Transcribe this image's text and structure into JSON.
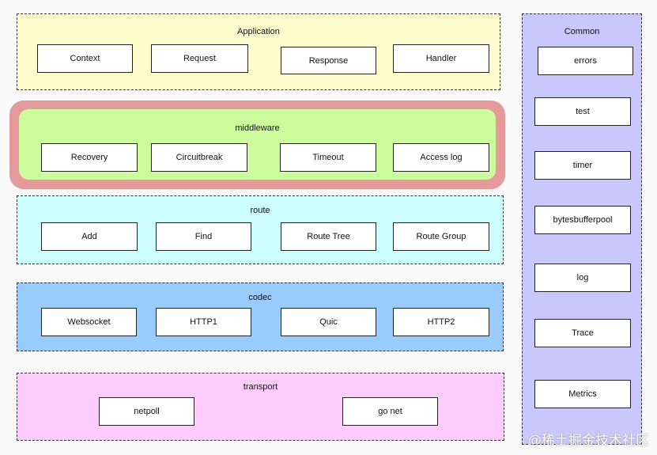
{
  "application": {
    "title": "Application",
    "items": [
      "Context",
      "Request",
      "Response",
      "Handler"
    ]
  },
  "middleware": {
    "title": "middleware",
    "items": [
      "Recovery",
      "Circuitbreak",
      "Timeout",
      "Access log"
    ]
  },
  "route": {
    "title": "route",
    "items": [
      "Add",
      "Find",
      "Route Tree",
      "Route Group"
    ]
  },
  "codec": {
    "title": "codec",
    "items": [
      "Websocket",
      "HTTP1",
      "Quic",
      "HTTP2"
    ]
  },
  "transport": {
    "title": "transport",
    "items": [
      "netpoll",
      "go net"
    ]
  },
  "common": {
    "title": "Common",
    "items": [
      "errors",
      "test",
      "timer",
      "bytesbufferpool",
      "log",
      "Trace",
      "Metrics"
    ]
  },
  "watermark": "@稀土掘金技术社区",
  "colors": {
    "application_bg": "#fdfccc",
    "middleware_bg": "#cdfc9c",
    "middleware_highlight": "#e49a9a",
    "route_bg": "#ccfdfd",
    "codec_bg": "#99ccfc",
    "transport_bg": "#fecdfd",
    "common_bg": "#c9c8fd"
  }
}
